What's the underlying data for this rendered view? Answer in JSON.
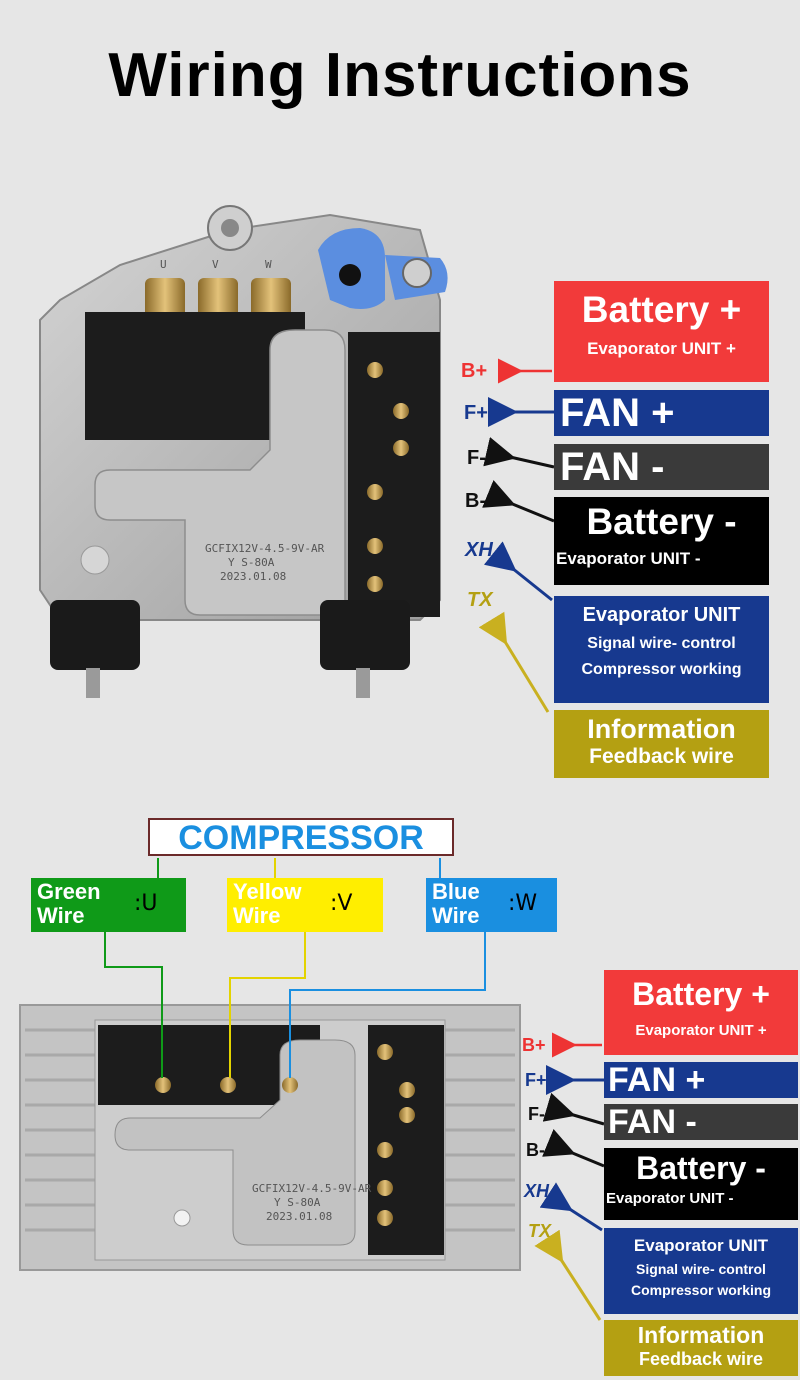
{
  "title": "Wiring Instructions",
  "controller": {
    "labels": [
      "GCFIX12V-4.5-9V-AR",
      "Y S-80A",
      "2023.01.08"
    ],
    "terminal_marks": [
      "U",
      "V",
      "W"
    ]
  },
  "pins": {
    "b_plus": "B+",
    "f_plus": "F+",
    "f_minus": "F-",
    "b_minus": "B-",
    "xh": "XH",
    "tx": "TX"
  },
  "legend": {
    "battery_plus": {
      "title": "Battery +",
      "sub": "Evaporator UNIT +"
    },
    "fan_plus": {
      "title": "FAN +"
    },
    "fan_minus": {
      "title": "FAN -"
    },
    "battery_minus": {
      "title": "Battery -",
      "sub": "Evaporator UNIT -"
    },
    "evap_signal": {
      "line1": "Evaporator UNIT",
      "line2": "Signal wire- control",
      "line3": "Compressor working"
    },
    "info": {
      "line1": "Information",
      "line2": "Feedback wire"
    }
  },
  "compressor": {
    "title": "COMPRESSOR",
    "green": {
      "name1": "Green",
      "name2": "Wire",
      "terminal": ":U"
    },
    "yellow": {
      "name1": "Yellow",
      "name2": "Wire",
      "terminal": ":V"
    },
    "blue": {
      "name1": "Blue",
      "name2": "Wire",
      "terminal": ":W"
    }
  },
  "colors": {
    "red": "#f23a3a",
    "navy": "#17398f",
    "darkgray": "#3a3a3a",
    "black": "#000000",
    "olive": "#b4a012",
    "green": "#0f9a18",
    "yellow": "#ffee00",
    "blue": "#1a8fe0"
  }
}
